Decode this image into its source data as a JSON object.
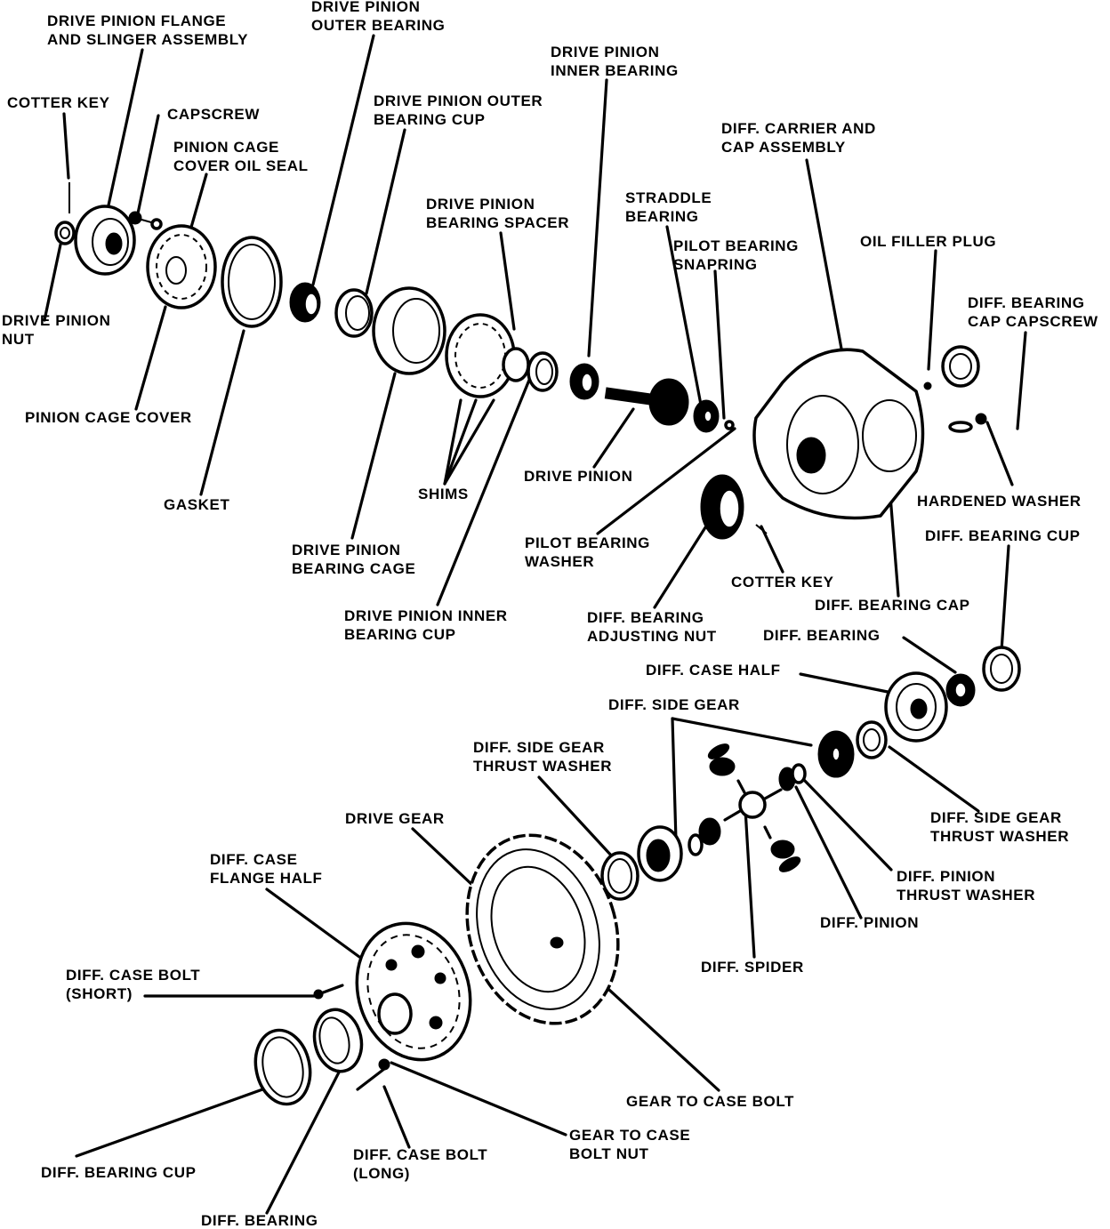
{
  "diagram": {
    "type": "exploded-view parts diagram",
    "subject": "Differential and drive pinion assembly",
    "colors": {
      "ink": "#000000",
      "background": "#ffffff"
    },
    "labels": {
      "drive_pinion_flange": "DRIVE PINION FLANGE\nAND SLINGER ASSEMBLY",
      "drive_pinion_outer_bearing": "DRIVE PINION\nOUTER BEARING",
      "cotter_key_top": "COTTER KEY",
      "capscrew": "CAPSCREW",
      "pinion_cage_cover_oil_seal": "PINION CAGE\nCOVER OIL SEAL",
      "drive_pinion_outer_bearing_cup": "DRIVE PINION OUTER\nBEARING CUP",
      "drive_pinion_inner_bearing": "DRIVE PINION\nINNER BEARING",
      "diff_carrier_and_cap": "DIFF. CARRIER AND\nCAP ASSEMBLY",
      "drive_pinion_bearing_spacer": "DRIVE PINION\nBEARING SPACER",
      "straddle_bearing": "STRADDLE\nBEARING",
      "pilot_bearing_snapring": "PILOT BEARING\nSNAPRING",
      "oil_filler_plug": "OIL FILLER PLUG",
      "diff_bearing_cap_capscrew": "DIFF. BEARING\nCAP CAPSCREW",
      "drive_pinion_nut": "DRIVE PINION\nNUT",
      "pinion_cage_cover": "PINION CAGE COVER",
      "gasket": "GASKET",
      "shims": "SHIMS",
      "drive_pinion": "DRIVE PINION",
      "hardened_washer": "HARDENED WASHER",
      "diff_bearing_cup_right": "DIFF. BEARING CUP",
      "drive_pinion_bearing_cage": "DRIVE PINION\nBEARING CAGE",
      "pilot_bearing_washer": "PILOT BEARING\nWASHER",
      "cotter_key_mid": "COTTER KEY",
      "diff_bearing_cap": "DIFF. BEARING CAP",
      "drive_pinion_inner_bearing_cup": "DRIVE PINION INNER\nBEARING CUP",
      "diff_bearing_adjusting_nut": "DIFF. BEARING\nADJUSTING NUT",
      "diff_bearing_right": "DIFF. BEARING",
      "diff_case_half": "DIFF. CASE HALF",
      "diff_side_gear": "DIFF. SIDE GEAR",
      "diff_side_gear_thrust_washer_left": "DIFF. SIDE GEAR\nTHRUST WASHER",
      "diff_side_gear_thrust_washer_right": "DIFF. SIDE GEAR\nTHRUST WASHER",
      "drive_gear": "DRIVE GEAR",
      "diff_case_flange_half": "DIFF. CASE\nFLANGE HALF",
      "diff_pinion_thrust_washer": "DIFF. PINION\nTHRUST WASHER",
      "diff_pinion": "DIFF. PINION",
      "diff_spider": "DIFF. SPIDER",
      "diff_case_bolt_short": "DIFF. CASE BOLT\n(SHORT)",
      "gear_to_case_bolt": "GEAR TO CASE BOLT",
      "gear_to_case_bolt_nut": "GEAR TO CASE\nBOLT NUT",
      "diff_case_bolt_long": "DIFF. CASE BOLT\n(LONG)",
      "diff_bearing_cup_left": "DIFF. BEARING CUP",
      "diff_bearing_left": "DIFF. BEARING"
    }
  }
}
